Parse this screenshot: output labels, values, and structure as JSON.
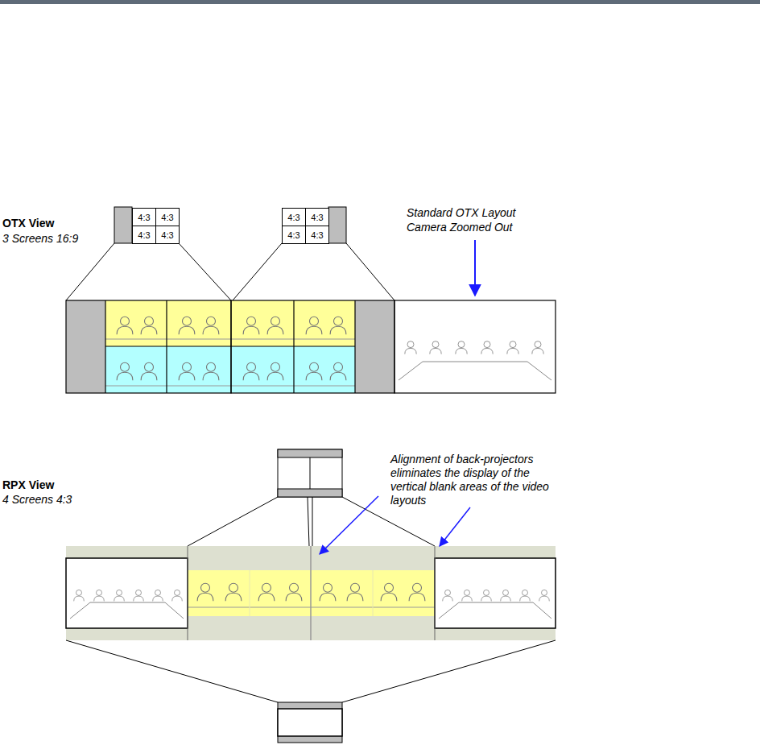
{
  "diagram": {
    "nodes": [
      {
        "text": [
          "4:3"
        ]
      },
      {
        "text": [
          "4:3"
        ]
      },
      {
        "text": [
          "4:3"
        ]
      },
      {
        "text": [
          "4:3"
        ]
      },
      {
        "text": [
          "4:3"
        ]
      },
      {
        "text": [
          "4:3"
        ]
      },
      {
        "text": [
          "4:3"
        ]
      },
      {
        "text": [
          "4:3"
        ]
      }
    ],
    "labels": [
      "OTX View",
      "3 Screens 16:9",
      "Standard OTX Layout Camera Zoomed Out",
      "RPX View",
      "4 Screens 4:3",
      "Alignment of back-projectors eliminates the display of the vertical blank areas of the video layouts"
    ]
  }
}
